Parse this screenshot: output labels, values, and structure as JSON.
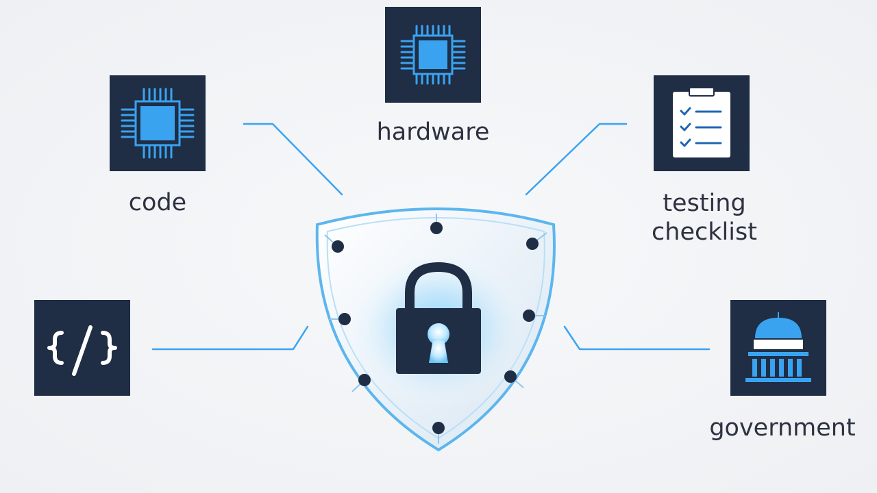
{
  "nodes": [
    {
      "id": "hardware",
      "label": "hardware",
      "icon": "microchip-icon"
    },
    {
      "id": "code",
      "label": "code",
      "icon": "microchip-icon"
    },
    {
      "id": "testing",
      "label_lines": [
        "testing",
        "checklist"
      ],
      "icon": "clipboard-checklist-icon"
    },
    {
      "id": "source",
      "label": "",
      "icon": "code-brackets-icon"
    },
    {
      "id": "government",
      "label": "government",
      "icon": "government-building-icon"
    }
  ],
  "center": {
    "icon": "shield-lock-icon"
  },
  "colors": {
    "tile": "#1f2d45",
    "accent": "#3aa3f0",
    "text": "#2c3240",
    "background": "#f1f3f6"
  }
}
